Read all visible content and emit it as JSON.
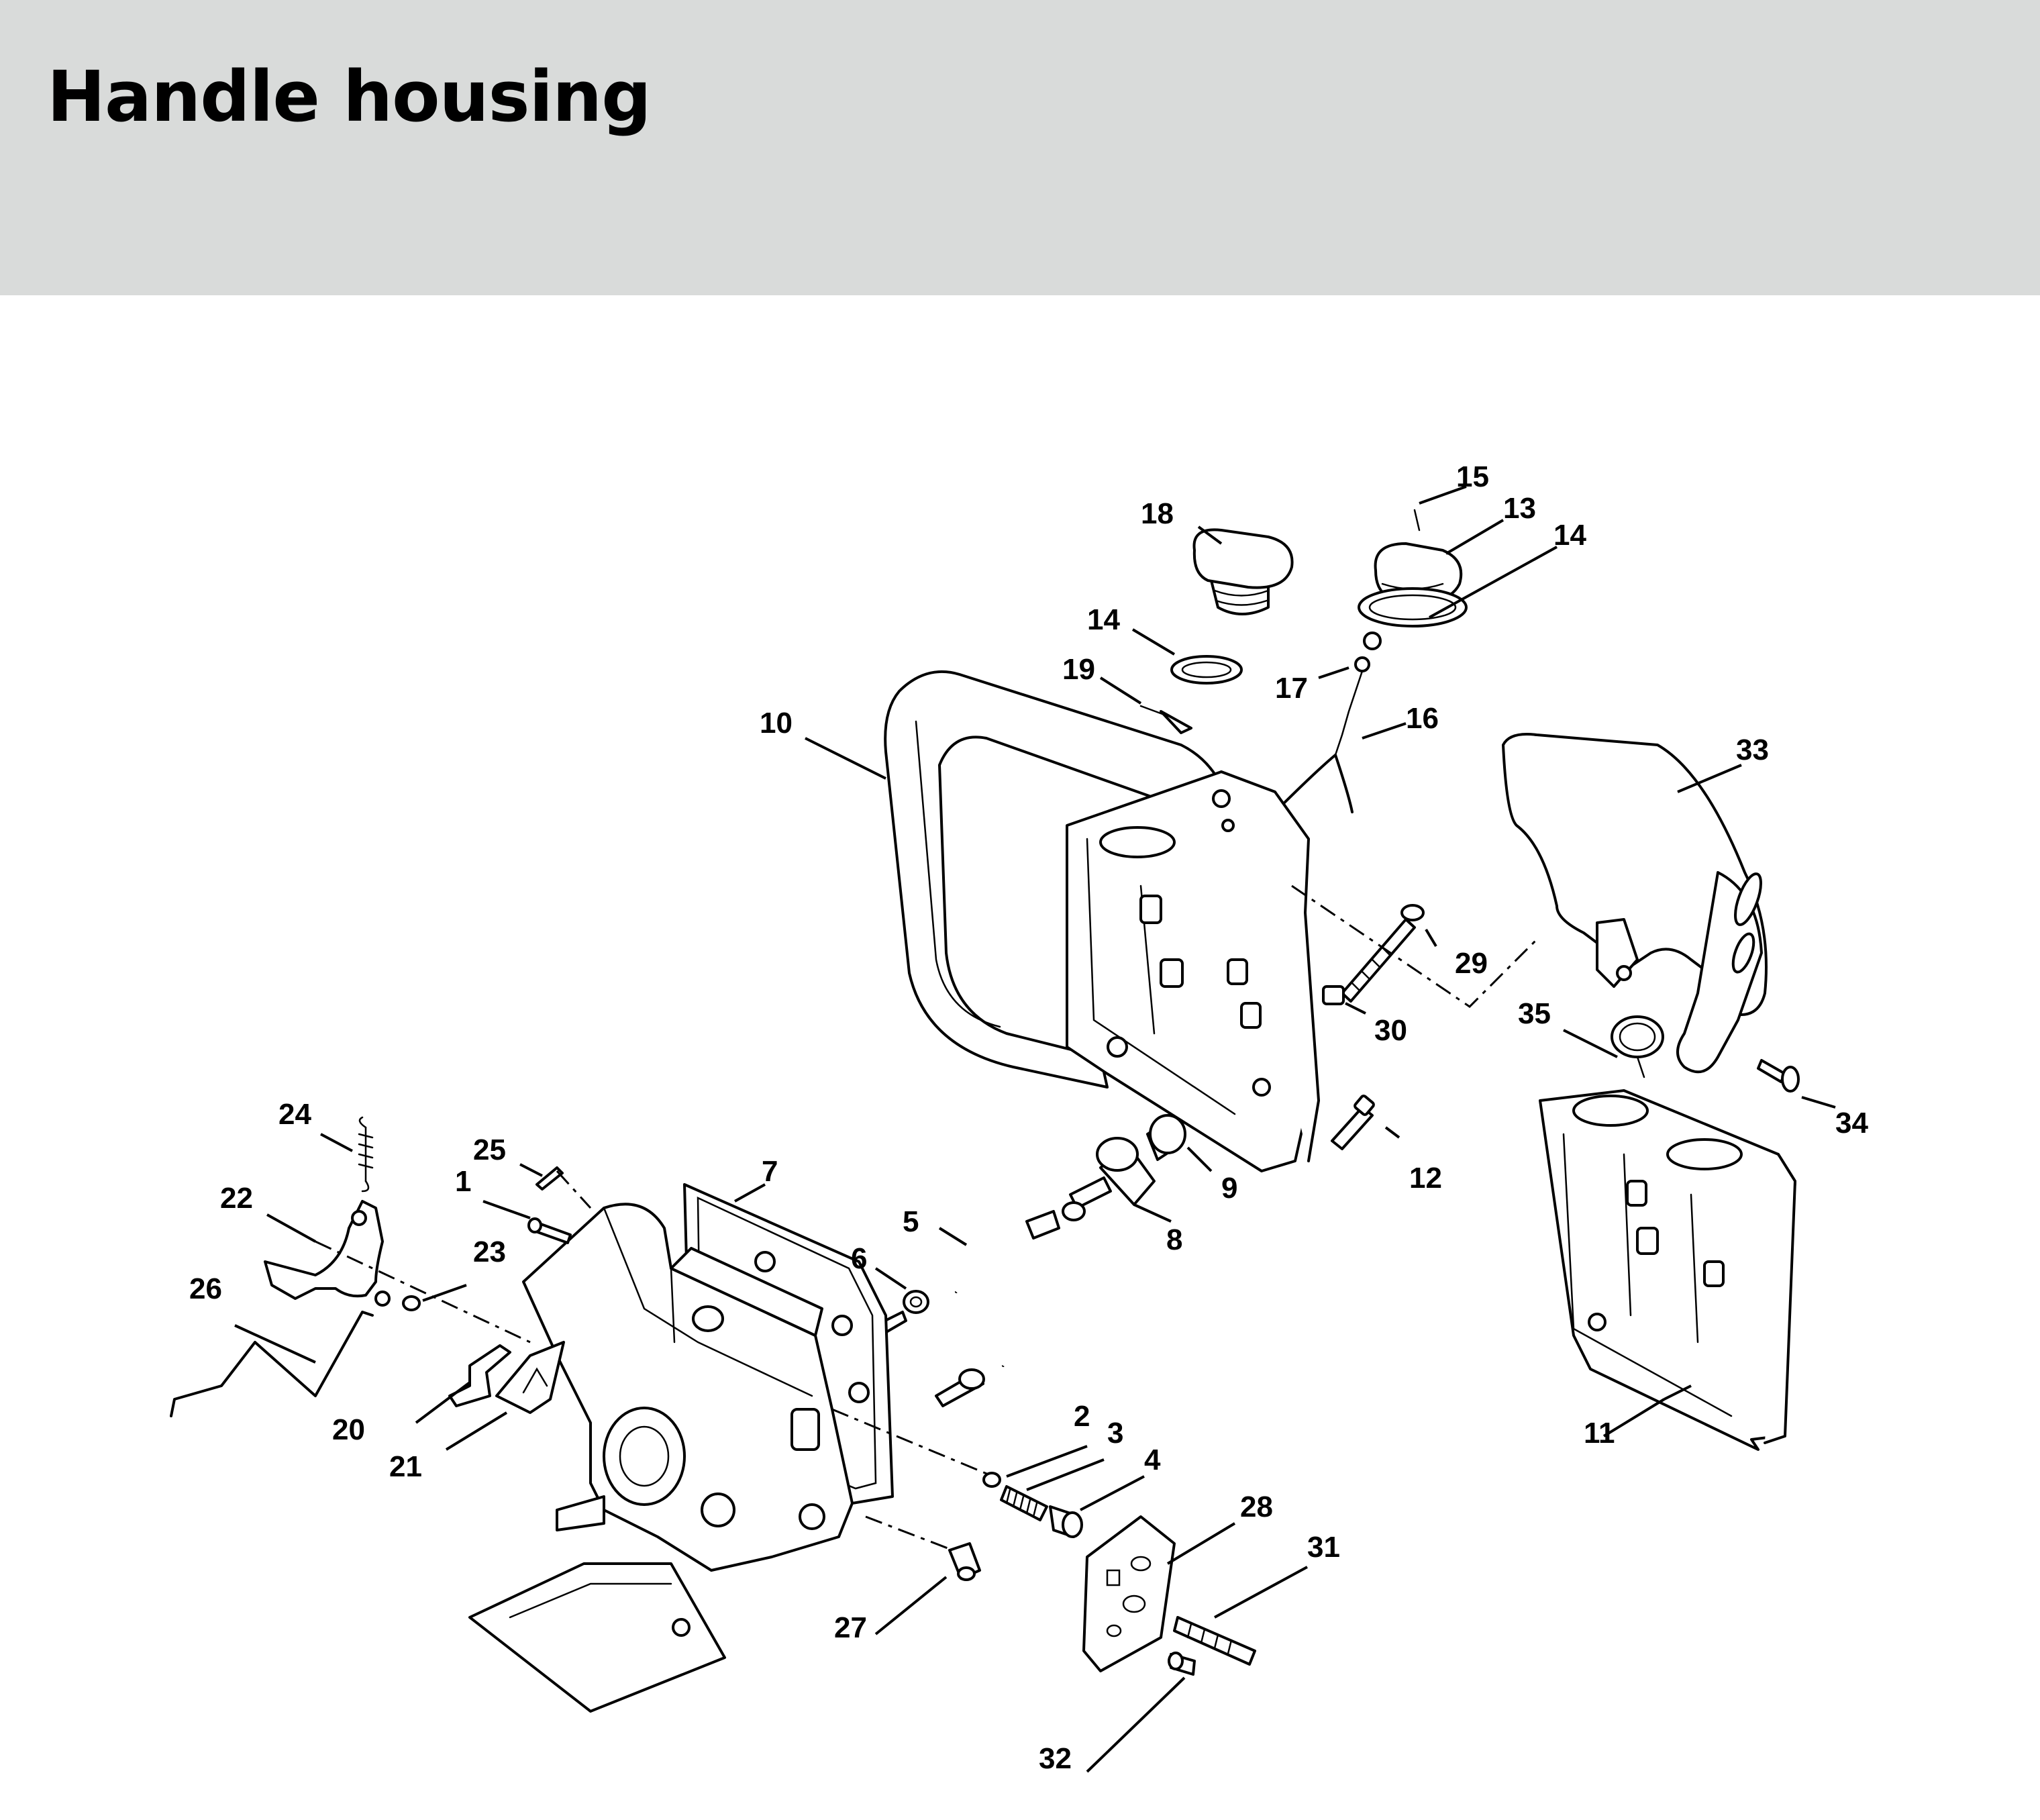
{
  "header": {
    "title": "Handle housing"
  },
  "callouts": {
    "c1": "1",
    "c2": "2",
    "c3": "3",
    "c4": "4",
    "c5": "5",
    "c6": "6",
    "c7": "7",
    "c8": "8",
    "c9": "9",
    "c10": "10",
    "c11": "11",
    "c12": "12",
    "c13": "13",
    "c14a": "14",
    "c14b": "14",
    "c15": "15",
    "c16": "16",
    "c17": "17",
    "c18": "18",
    "c19": "19",
    "c20": "20",
    "c21": "21",
    "c22": "22",
    "c23": "23",
    "c24": "24",
    "c25": "25",
    "c26": "26",
    "c27": "27",
    "c28": "28",
    "c29": "29",
    "c30": "30",
    "c31": "31",
    "c32": "32",
    "c33": "33",
    "c34": "34",
    "c35": "35"
  },
  "colors": {
    "header_bg": "#d9dbda",
    "ink": "#000000",
    "paper": "#ffffff"
  }
}
